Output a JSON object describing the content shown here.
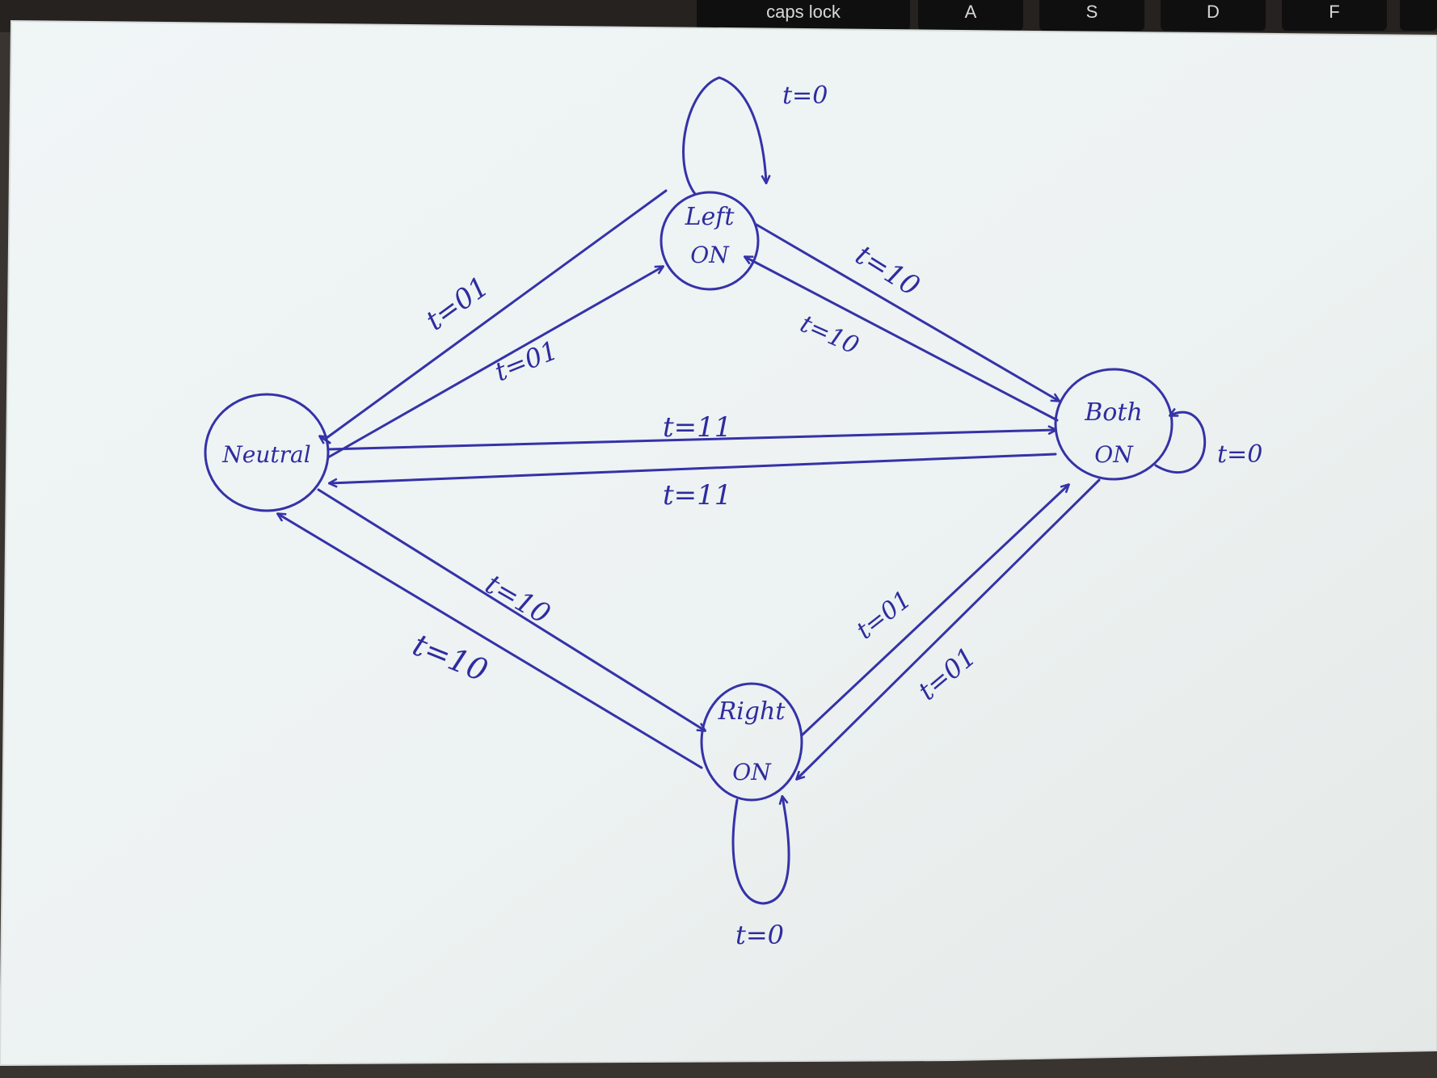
{
  "keyboard": {
    "keys": [
      {
        "label": "caps lock"
      },
      {
        "label": "A"
      },
      {
        "label": "S"
      },
      {
        "label": "D"
      },
      {
        "label": "F"
      }
    ]
  },
  "diagram": {
    "states": {
      "left_on": {
        "line1": "Left",
        "line2": "ON"
      },
      "neutral": {
        "line1": "Neutral"
      },
      "both_on": {
        "line1": "Both",
        "line2": "ON"
      },
      "right_on": {
        "line1": "Right",
        "line2": "ON"
      }
    },
    "transitions": {
      "left_self": "t=0",
      "neutral_to_left": "t=01",
      "left_to_neutral": "t=01",
      "left_to_both": "t=10",
      "both_to_left": "t=10",
      "neutral_to_both": "t=11",
      "both_to_neutral": "t=11",
      "both_self": "t=0",
      "neutral_to_right": "t=10",
      "right_to_neutral": "t=10",
      "right_to_both": "t=01",
      "both_to_right": "t=01",
      "right_self": "t=0"
    }
  },
  "colors": {
    "ink": "#3532a8",
    "paper": "#eef3f4",
    "background": "#3a3430"
  }
}
